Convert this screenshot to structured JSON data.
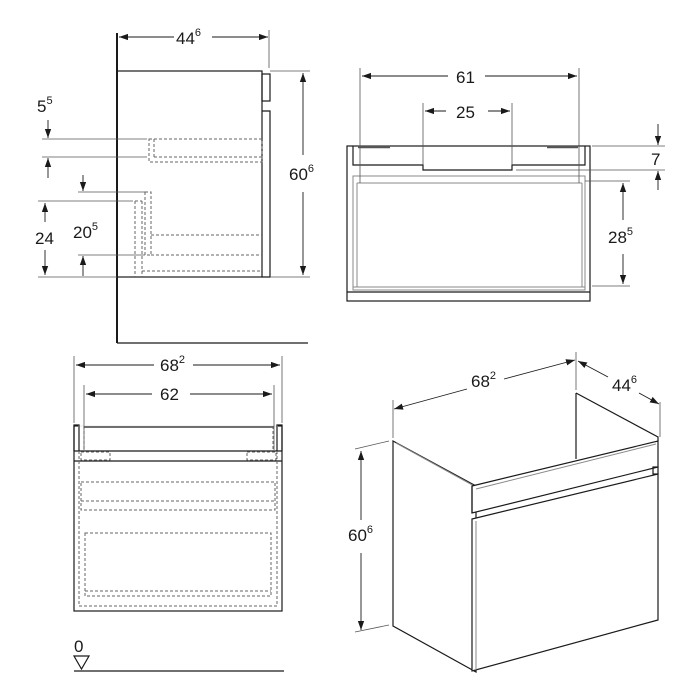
{
  "views": {
    "side": {
      "depth": {
        "main": "44",
        "sup": "6"
      },
      "height": {
        "main": "60",
        "sup": "6"
      },
      "drawer_offset": {
        "main": "5",
        "sup": "5"
      },
      "lower_height": {
        "main": "24",
        "sup": ""
      },
      "lower_inner": {
        "main": "20",
        "sup": "5"
      }
    },
    "top": {
      "outer_width": {
        "main": "61",
        "sup": ""
      },
      "cutout_width": {
        "main": "25",
        "sup": ""
      },
      "top_height": {
        "main": "7",
        "sup": ""
      },
      "drawer_height": {
        "main": "28",
        "sup": "5"
      }
    },
    "front": {
      "outer_width": {
        "main": "68",
        "sup": "2"
      },
      "inner_width": {
        "main": "62",
        "sup": ""
      },
      "floor_level": "0"
    },
    "iso": {
      "width": {
        "main": "68",
        "sup": "2"
      },
      "depth": {
        "main": "44",
        "sup": "6"
      },
      "height": {
        "main": "60",
        "sup": "6"
      }
    }
  }
}
